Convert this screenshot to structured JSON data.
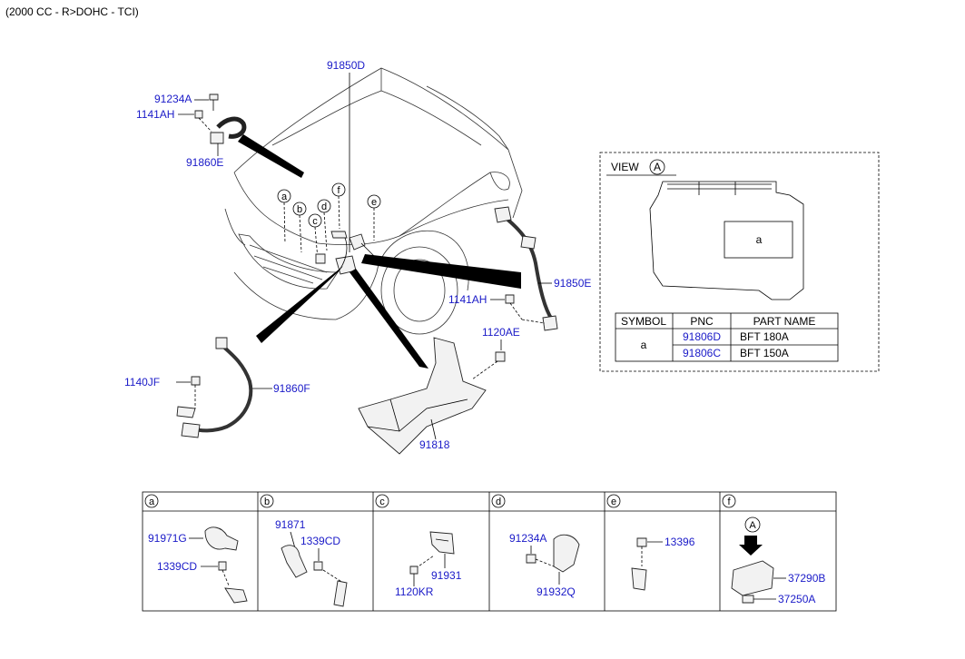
{
  "header": {
    "engine_spec": "(2000 CC - R>DOHC - TCI)"
  },
  "main_labels": {
    "p91850D": "91850D",
    "p91234A": "91234A",
    "p1141AH_top": "1141AH",
    "p91860E": "91860E",
    "p91850E": "91850E",
    "p1141AH_right": "1141AH",
    "p1120AE": "1120AE",
    "p1140JF": "1140JF",
    "p91860F": "91860F",
    "p91818": "91818"
  },
  "callouts": [
    "a",
    "b",
    "c",
    "d",
    "e",
    "f"
  ],
  "view_box": {
    "title": "VIEW",
    "marker": "A",
    "fuse_label": "a",
    "table": {
      "headers": [
        "SYMBOL",
        "PNC",
        "PART NAME"
      ],
      "symbol": "a",
      "rows": [
        {
          "pnc": "91806D",
          "name": "BFT 180A"
        },
        {
          "pnc": "91806C",
          "name": "BFT 150A"
        }
      ]
    }
  },
  "detail_panels": [
    {
      "letter": "a",
      "parts": [
        "91971G",
        "1339CD"
      ]
    },
    {
      "letter": "b",
      "parts": [
        "91871",
        "1339CD"
      ]
    },
    {
      "letter": "c",
      "parts": [
        "1120KR",
        "91931"
      ]
    },
    {
      "letter": "d",
      "parts": [
        "91234A",
        "91932Q"
      ]
    },
    {
      "letter": "e",
      "parts": [
        "13396"
      ]
    },
    {
      "letter": "f",
      "marker": "A",
      "parts": [
        "37290B",
        "37250A"
      ]
    }
  ]
}
